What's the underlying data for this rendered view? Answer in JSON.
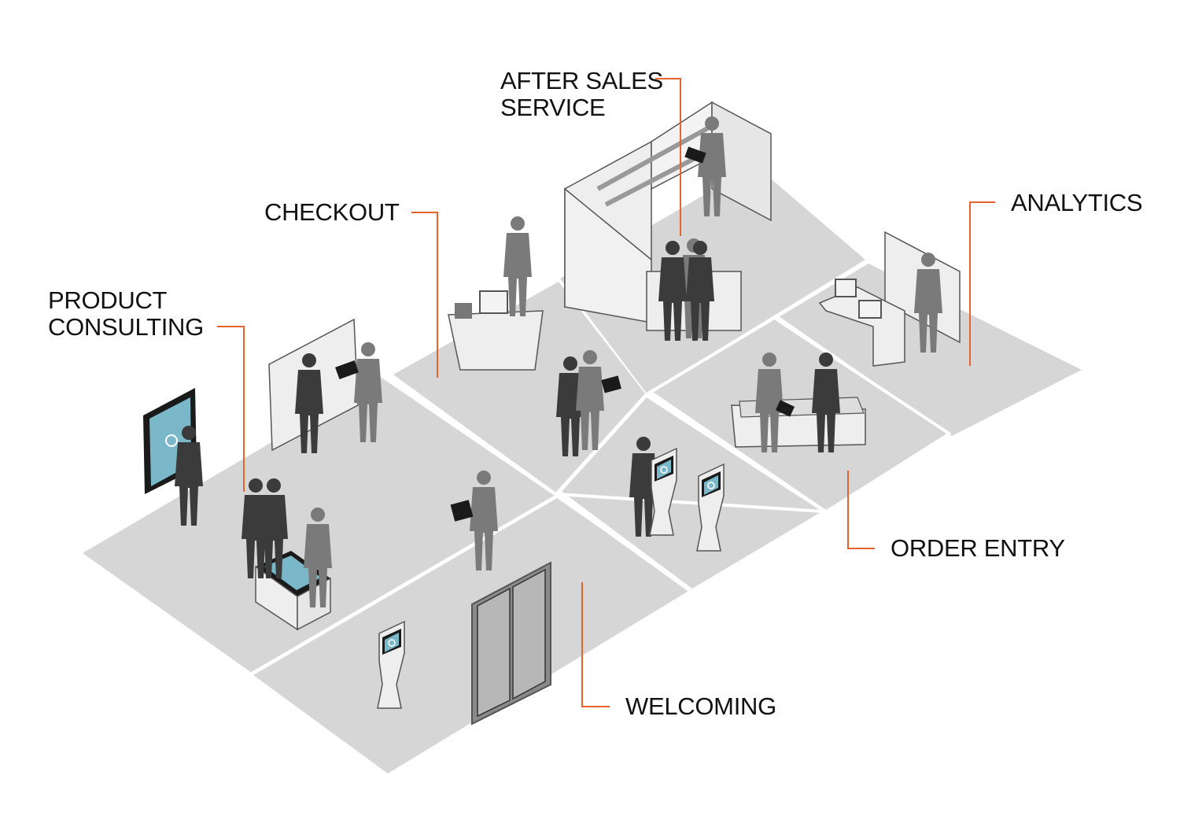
{
  "labels": {
    "after_sales": [
      "AFTER SALES",
      "SERVICE"
    ],
    "checkout": "CHECKOUT",
    "analytics": "ANALYTICS",
    "product_consulting": [
      "PRODUCT",
      "CONSULTING"
    ],
    "order_entry": "ORDER ENTRY",
    "welcoming": "WELCOMING"
  },
  "colors": {
    "floor": "#d6d6d6",
    "floor_divider": "#ffffff",
    "leader_line": "#e8622e",
    "label_text": "#111111",
    "person_dark": "#3b3b3b",
    "person_mid": "#7a7a7a",
    "furniture": "#eeeeee",
    "furniture_outline": "#555555",
    "screen": "#7ab8c9",
    "screen_frame": "#1a1a1a"
  },
  "icons": [
    "person-silhouette",
    "kiosk-icon",
    "tablet-icon",
    "touch-table-icon",
    "door-icon",
    "sofa-icon",
    "desk-icon",
    "counter-icon",
    "shelf-icon",
    "wall-display-icon"
  ]
}
